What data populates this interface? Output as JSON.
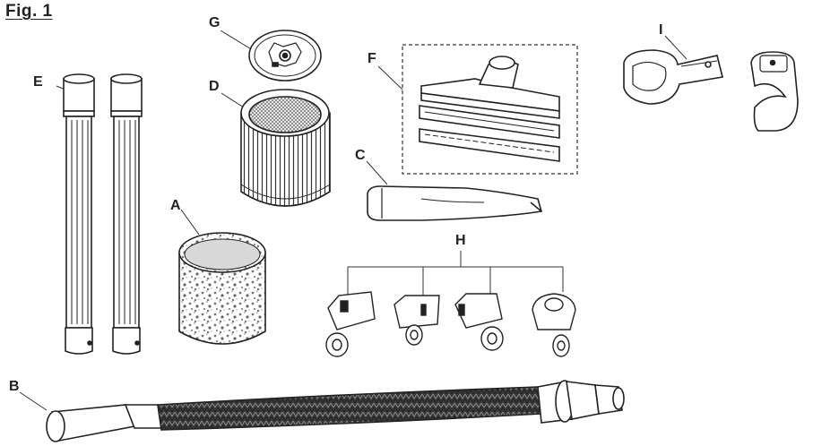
{
  "figure": {
    "title": "Fig. 1"
  },
  "parts": {
    "A": {
      "label": "A"
    },
    "B": {
      "label": "B"
    },
    "C": {
      "label": "C"
    },
    "D": {
      "label": "D"
    },
    "E": {
      "label": "E"
    },
    "F": {
      "label": "F"
    },
    "G": {
      "label": "G"
    },
    "H": {
      "label": "H"
    },
    "I": {
      "label": "I"
    }
  }
}
